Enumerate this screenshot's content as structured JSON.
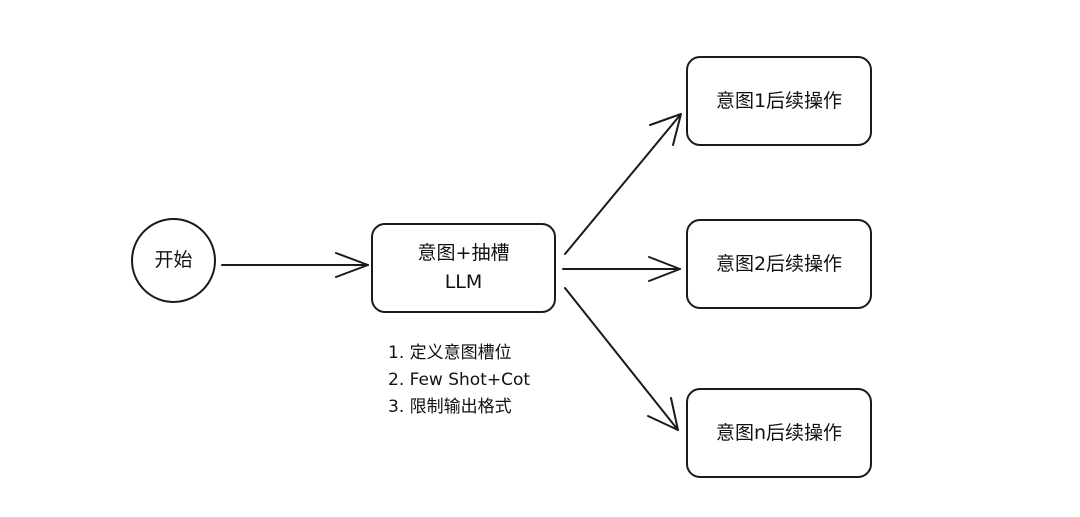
{
  "nodes": {
    "start": "开始",
    "llm": {
      "line1": "意图+抽槽",
      "line2": "LLM"
    },
    "outputs": [
      "意图1后续操作",
      "意图2后续操作",
      "意图n后续操作"
    ]
  },
  "notes": [
    "1. 定义意图槽位",
    "2. Few Shot+Cot",
    "3. 限制输出格式"
  ]
}
